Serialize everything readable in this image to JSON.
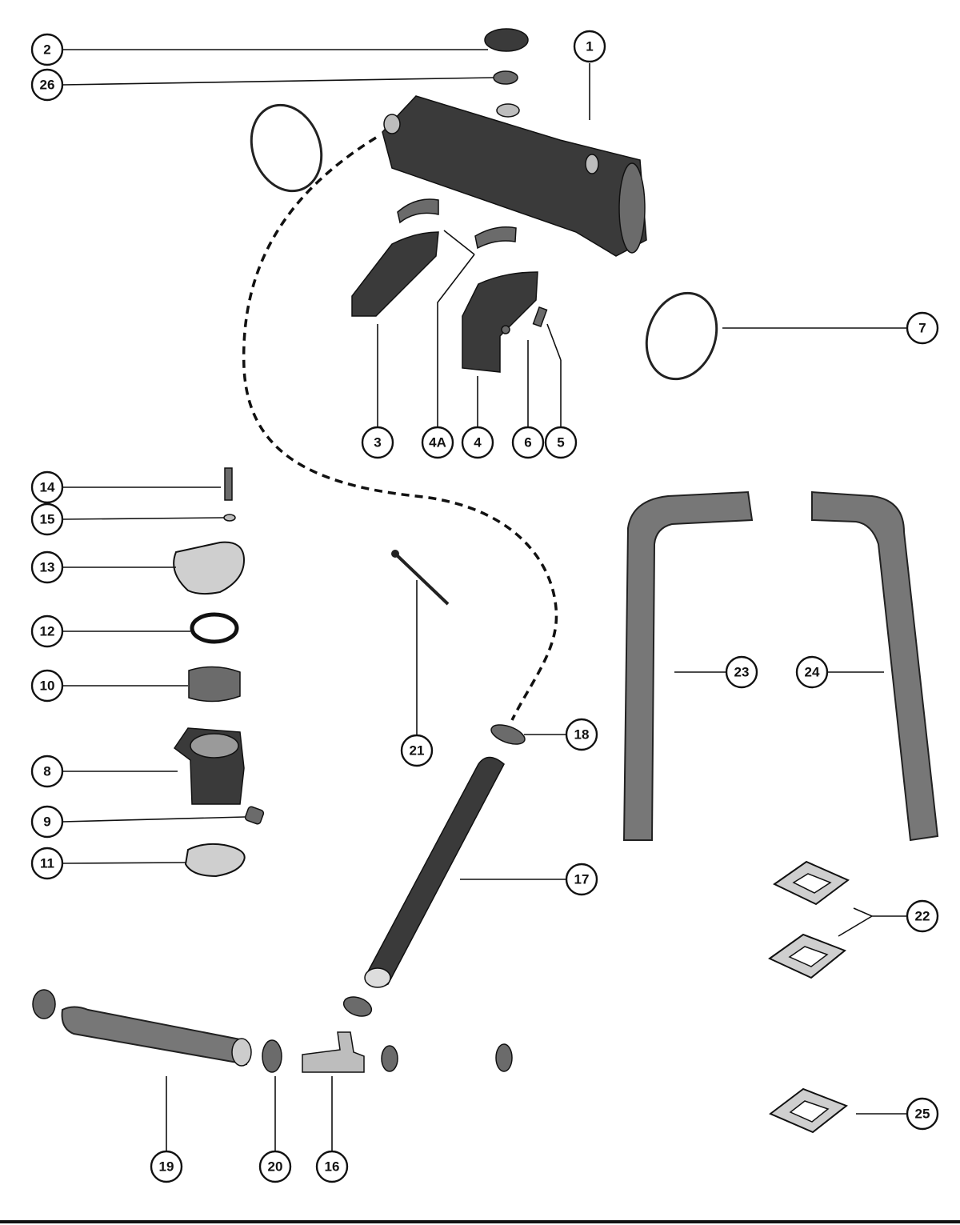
{
  "callouts": {
    "c1": "1",
    "c2": "2",
    "c26": "26",
    "c3": "3",
    "c4a": "4A",
    "c4": "4",
    "c5": "5",
    "c6": "6",
    "c7": "7",
    "c8": "8",
    "c9": "9",
    "c10": "10",
    "c11": "11",
    "c12": "12",
    "c13": "13",
    "c14": "14",
    "c15": "15",
    "c16": "16",
    "c17": "17",
    "c18": "18",
    "c19": "19",
    "c20": "20",
    "c21": "21",
    "c22": "22",
    "c23": "23",
    "c24": "24",
    "c25": "25"
  }
}
